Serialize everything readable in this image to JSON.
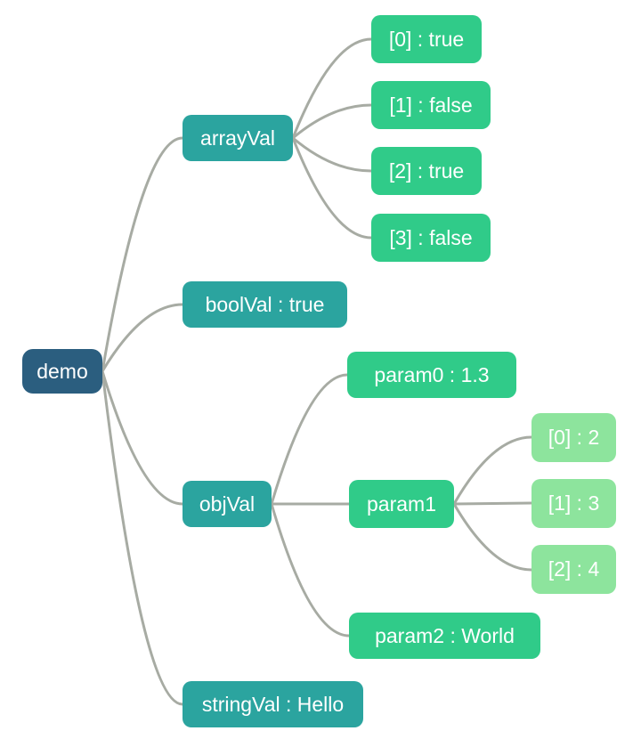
{
  "diagram": {
    "kind": "json-tree-visualization",
    "root_label": "demo"
  },
  "colors": {
    "root_node": "#2b5e7f",
    "branch_node": "#2ba49f",
    "leaf_node": "#30cb89",
    "subleaf_node": "#8de49d",
    "edge": "#a7aba3",
    "node_text": "#ffffff",
    "background": "#ffffff"
  },
  "nodes": {
    "demo": {
      "label": "demo"
    },
    "arrayVal": {
      "label": "arrayVal"
    },
    "arr0": {
      "label": "[0] : true"
    },
    "arr1": {
      "label": "[1] : false"
    },
    "arr2": {
      "label": "[2] : true"
    },
    "arr3": {
      "label": "[3] : false"
    },
    "boolVal": {
      "label": "boolVal : true"
    },
    "param0": {
      "label": "param0 : 1.3"
    },
    "objVal": {
      "label": "objVal"
    },
    "param1": {
      "label": "param1"
    },
    "p1_0": {
      "label": "[0] : 2"
    },
    "p1_1": {
      "label": "[1] : 3"
    },
    "p1_2": {
      "label": "[2] : 4"
    },
    "param2": {
      "label": "param2 : World"
    },
    "stringVal": {
      "label": "stringVal : Hello"
    }
  },
  "json_document": {
    "demo": {
      "arrayVal": [
        true,
        false,
        true,
        false
      ],
      "boolVal": true,
      "objVal": {
        "param0": 1.3,
        "param1": [
          2,
          3,
          4
        ],
        "param2": "World"
      },
      "stringVal": "Hello"
    }
  }
}
